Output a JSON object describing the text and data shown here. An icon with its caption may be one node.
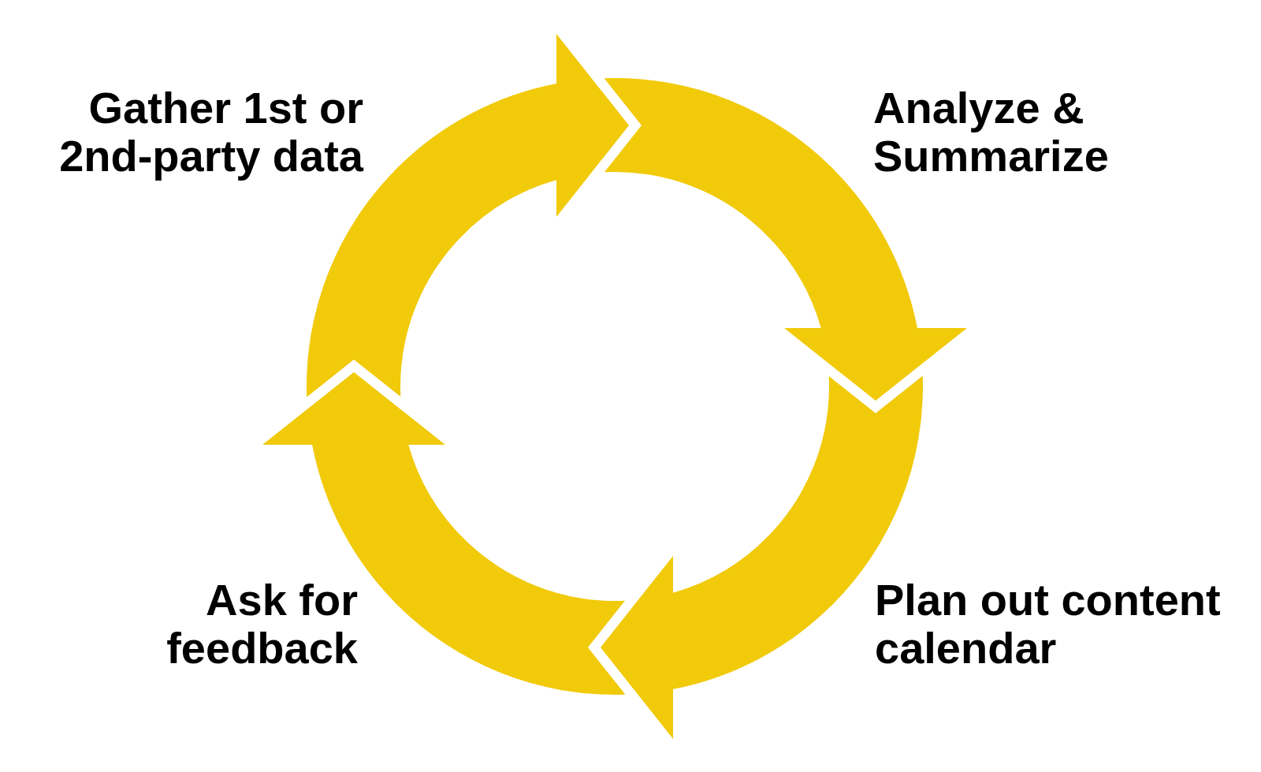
{
  "diagram": {
    "nodes": [
      {
        "text": [
          "Gather 1st or 2nd-party data"
        ]
      },
      {
        "text": [
          "Analyze & Summarize"
        ]
      },
      {
        "text": [
          "Ask for feedback"
        ]
      },
      {
        "text": [
          "Plan out content calendar"
        ]
      }
    ],
    "edges": [
      {
        "from": 0,
        "to": 1,
        "arrow": "to"
      },
      {
        "from": 1,
        "to": 3,
        "arrow": "to"
      },
      {
        "from": 3,
        "to": 2,
        "arrow": "to"
      },
      {
        "from": 2,
        "to": 0,
        "arrow": "to"
      }
    ]
  }
}
